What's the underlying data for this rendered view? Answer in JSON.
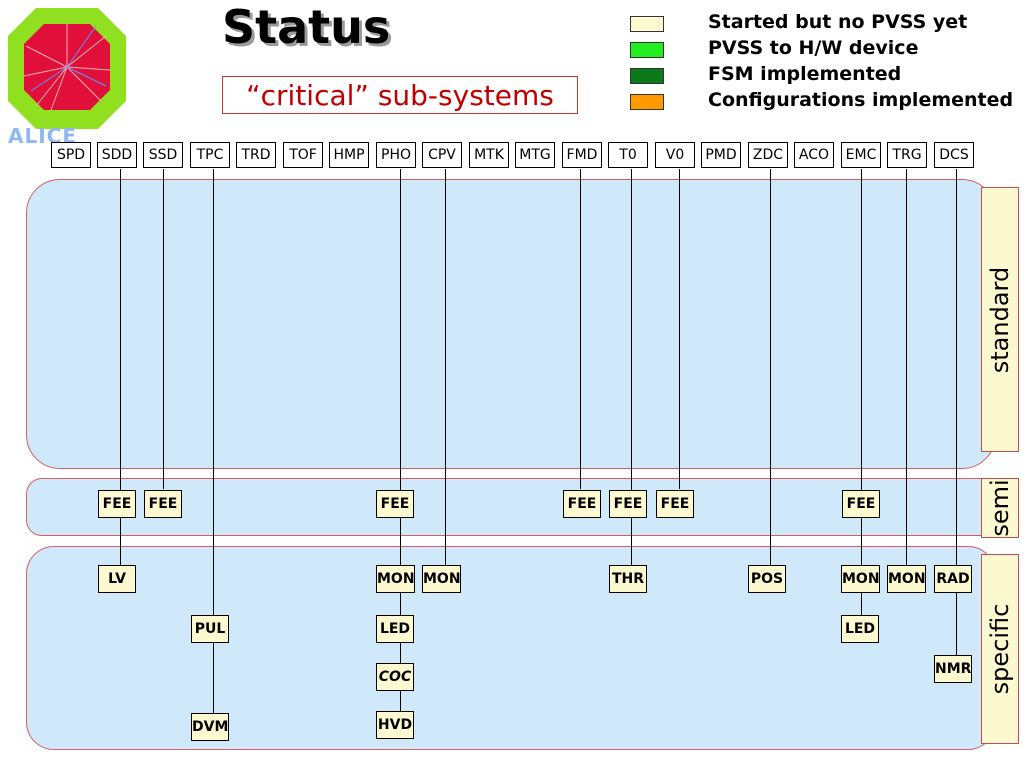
{
  "title": "Status",
  "subtitle": "“critical” sub-systems",
  "logo_text": "ALICE",
  "legend": [
    {
      "label": "Started but no PVSS yet",
      "color": "#fcf8d0"
    },
    {
      "label": "PVSS to H/W device",
      "color": "#22ee22"
    },
    {
      "label": "FSM implemented",
      "color": "#0a7a1a"
    },
    {
      "label": "Configurations implemented",
      "color": "#ff9a00"
    }
  ],
  "sections": {
    "standard": "standard",
    "semi": "semi",
    "specific": "specific"
  },
  "detectors": [
    "SPD",
    "SDD",
    "SSD",
    "TPC",
    "TRD",
    "TOF",
    "HMP",
    "PHO",
    "CPV",
    "MTK",
    "MTG",
    "FMD",
    "T0",
    "V0",
    "PMD",
    "ZDC",
    "ACO",
    "EMC",
    "TRG",
    "DCS"
  ],
  "nodes": {
    "sdd_fee": "FEE",
    "ssd_fee": "FEE",
    "pho_fee": "FEE",
    "fmd_fee": "FEE",
    "t0_fee": "FEE",
    "v0_fee": "FEE",
    "emc_fee": "FEE",
    "sdd_lv": "LV",
    "tpc_pul": "PUL",
    "tpc_dvm": "DVM",
    "pho_mon": "MON",
    "cpv_mon": "MON",
    "pho_led": "LED",
    "pho_coc": "COC",
    "pho_hvd": "HVD",
    "t0_thr": "THR",
    "zdc_pos": "POS",
    "emc_mon": "MON",
    "trg_mon": "MON",
    "dcs_rad": "RAD",
    "emc_led": "LED",
    "dcs_nmr": "NMR"
  }
}
